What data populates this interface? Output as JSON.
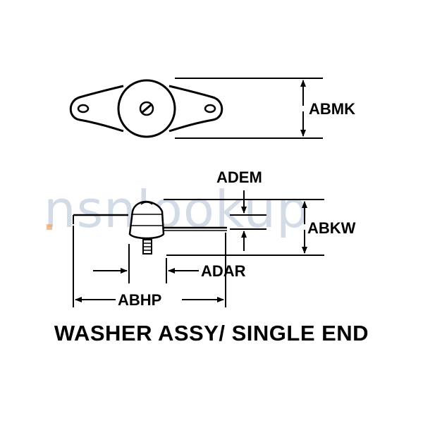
{
  "watermark": {
    "text": "nsnlookup",
    "color": "#9fb3c8",
    "accent": "#f0a060"
  },
  "dimensions": {
    "abmk": "ABMK",
    "adem": "ADEM",
    "abkw": "ABKW",
    "adar": "ADAR",
    "abhp": "ABHP"
  },
  "caption": "WASHER ASSY/ SINGLE END"
}
